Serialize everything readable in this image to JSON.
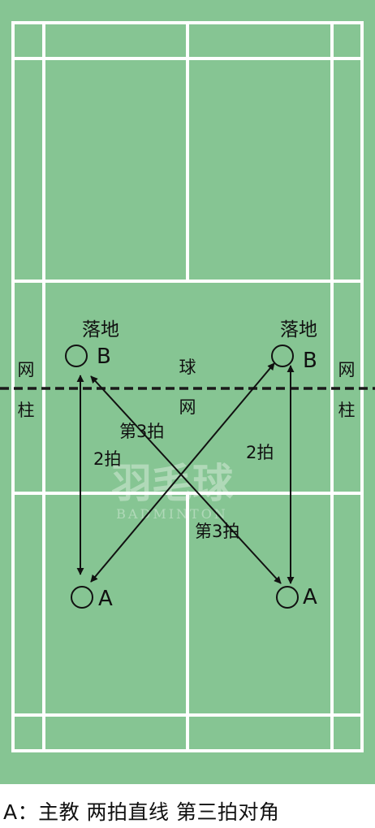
{
  "colors": {
    "court": "#86c593",
    "lines": "#ffffff",
    "net": "#1a1a1a",
    "ink": "#111111",
    "watermark": "#ffffff"
  },
  "labels": {
    "landing_left": "落地",
    "landing_right": "落地",
    "b_left": "B",
    "b_right": "B",
    "a_left": "A",
    "a_right": "A",
    "net_post_left_1": "网",
    "net_post_left_2": "柱",
    "net_post_right_1": "网",
    "net_post_right_2": "柱",
    "net_center_1": "球",
    "net_center_2": "网",
    "two_beats_left": "2拍",
    "two_beats_right": "2拍",
    "third_beat_upper": "第3拍",
    "third_beat_lower": "第3拍"
  },
  "watermark": {
    "main": "羽毛球",
    "sub": "BADMINTON"
  },
  "caption": "A：主教 两拍直线 第三拍对角",
  "icons": [
    "player-circle-icon",
    "arrow-icon"
  ]
}
